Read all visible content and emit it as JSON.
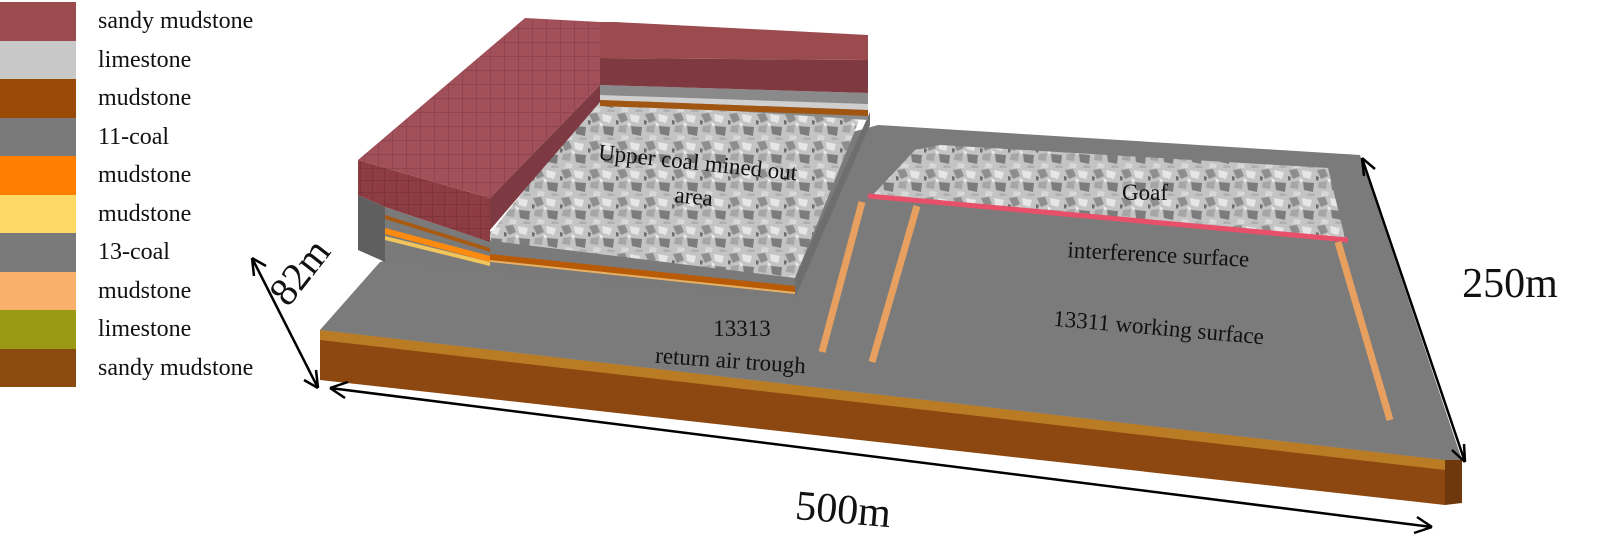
{
  "legend": {
    "items": [
      {
        "label": "sandy mudstone",
        "color": "#9b4a4e"
      },
      {
        "label": "limestone",
        "color": "#c8c8c8"
      },
      {
        "label": "mudstone",
        "color": "#9a4a07"
      },
      {
        "label": "11-coal",
        "color": "#7a7a7a"
      },
      {
        "label": "mudstone",
        "color": "#ff7f00"
      },
      {
        "label": "mudstone",
        "color": "#ffd966"
      },
      {
        "label": "13-coal",
        "color": "#7a7a7a"
      },
      {
        "label": "mudstone",
        "color": "#f8b06a"
      },
      {
        "label": "limestone",
        "color": "#9a9a14"
      },
      {
        "label": "sandy mudstone",
        "color": "#8a4a10"
      }
    ]
  },
  "labels": {
    "upper_area_line1": "Upper coal mined out",
    "upper_area_line2": "area",
    "goaf": "Goaf",
    "interference": "interference surface",
    "return_air_line1": "13313",
    "return_air_line2": "return air trough",
    "working_surface": "13311 working surface"
  },
  "dimensions": {
    "height": "82m",
    "length": "500m",
    "width": "250m"
  },
  "colors": {
    "coal_surface": "#7b7b7b",
    "base_brown": "#8f4a10",
    "sandy_mudstone": "#9b4a4e",
    "interference_line": "#e8506a",
    "roadway": "#e8a060"
  }
}
